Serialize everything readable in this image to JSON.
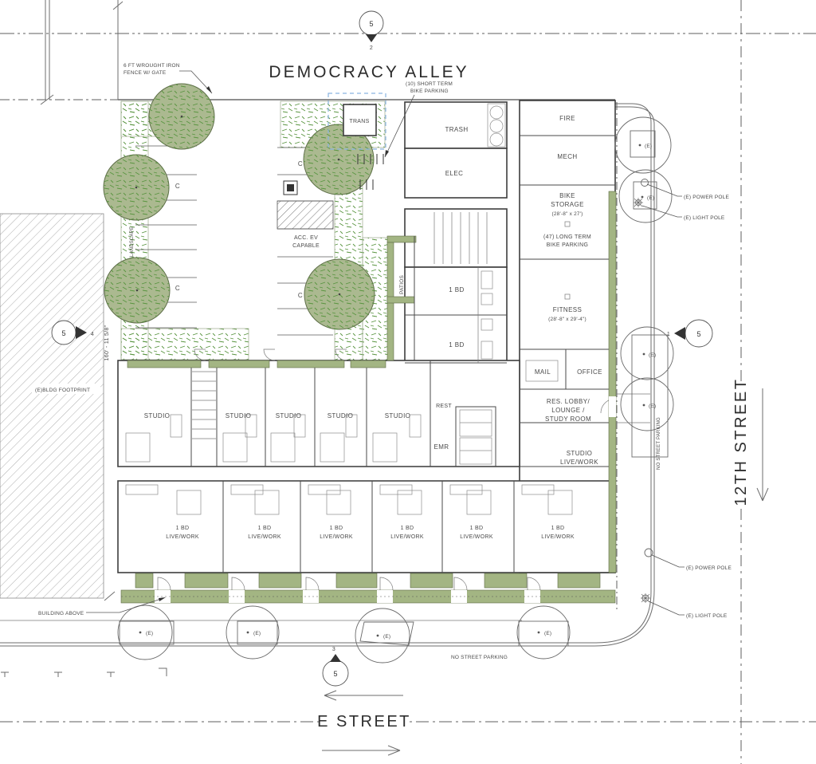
{
  "streets": {
    "alley": "DEMOCRACY ALLEY",
    "twelfth": "12TH STREET",
    "e": "E STREET"
  },
  "notes": {
    "fence_l1": "6 FT WROUGHT IRON",
    "fence_l2": "FENCE W/ GATE",
    "short_bike_l1": "(10) SHORT TERM",
    "short_bike_l2": "BIKE PARKING",
    "building_above": "BUILDING ABOVE",
    "bldg_footprint": "(E)BLDG FOOTPRINT",
    "dimension": "160' - 11 5/8\"",
    "landscape": "LANDSCAPE",
    "no_street_parking": "NO STREET PARKING",
    "power_pole": "(E) POWER POLE",
    "light_pole": "(E) LIGHT POLE",
    "existing": "(E)"
  },
  "rooms": {
    "trans": "TRANS",
    "trash": "TRASH",
    "elec": "ELEC",
    "fire": "FIRE",
    "mech": "MECH",
    "bike_storage_l1": "BIKE",
    "bike_storage_l2": "STORAGE",
    "bike_storage_dim": "(28'-8\" x 27')",
    "long_bike_l1": "(47) LONG TERM",
    "long_bike_l2": "BIKE PARKING",
    "fitness": "FITNESS",
    "fitness_dim": "(28'-8\" x 29'-4\")",
    "mail": "MAIL",
    "office": "OFFICE",
    "lobby_l1": "RES. LOBBY/",
    "lobby_l2": "LOUNGE /",
    "lobby_l3": "STUDY ROOM",
    "rest": "REST",
    "emr": "EMR",
    "studio": "STUDIO",
    "one_bd": "1 BD",
    "live_work": "LIVE/WORK",
    "acc_ev_l1": "ACC. EV",
    "acc_ev_l2": "CAPABLE",
    "compact": "C",
    "patios": "PATIOS"
  },
  "markers": {
    "sheet": "5",
    "top_num": "2",
    "left_num": "4",
    "right_num": "1",
    "bottom_num": "3"
  },
  "colors": {
    "tree_fill": "#abb990",
    "tree_stroke": "#5e6e48",
    "planter_green": "#a3b583",
    "grass_dash": "#58943f",
    "wall": "#3d3d3d",
    "bike_zone_dash": "#8ab4e0",
    "text": "#4a4a4a"
  }
}
